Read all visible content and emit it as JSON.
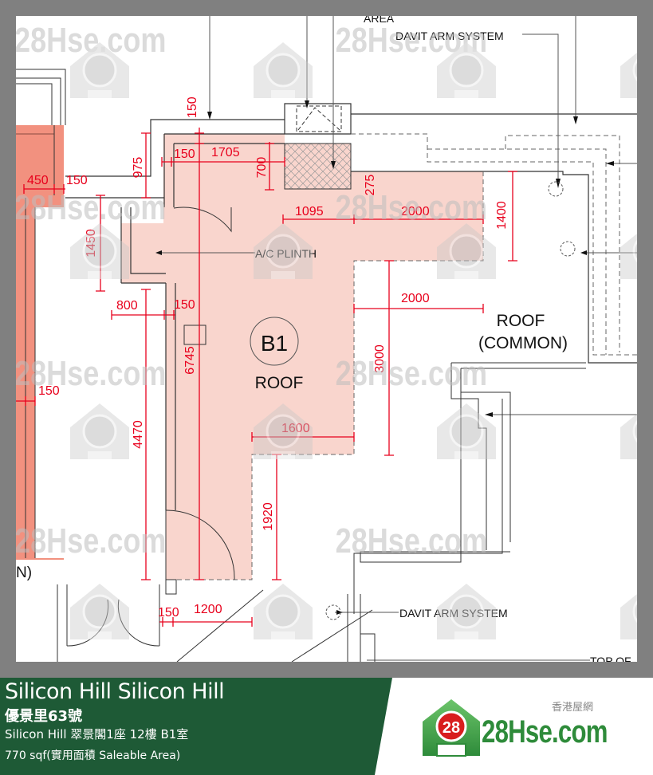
{
  "plan": {
    "unit_label": "B1",
    "unit_sublabel": "ROOF",
    "common_label_line1": "ROOF",
    "common_label_line2": "(COMMON)",
    "top_area_label": "AREA",
    "davit_top": "DAVIT ARM SYSTEM",
    "davit_bottom": "DAVIT ARM SYSTEM",
    "ac_plinth": "A/C PLINTH",
    "partial_left_label": "N)",
    "partial_bottom_right": "TOP OF",
    "dimensions": {
      "d150_top": "150",
      "d975": "975",
      "d150_a": "150",
      "d1705": "1705",
      "d700": "700",
      "d275": "275",
      "d1095": "1095",
      "d2000_top": "2000",
      "d1400": "1400",
      "d450": "450",
      "d150_b": "150",
      "d1450": "1450",
      "d800": "800",
      "d150_c": "150",
      "d6745": "6745",
      "d2000_mid": "2000",
      "d3000": "3000",
      "d150_left": "150",
      "d4470": "4470",
      "d1600": "1600",
      "d1920": "1920",
      "d150_bottom": "150",
      "d1200": "1200"
    },
    "watermark_text": "28Hse.com",
    "watermark_badge": "28",
    "colors": {
      "unit_fill": "#f9d5cd",
      "wall_fill": "#f2917f",
      "dimension": "#e8001c",
      "line": "#222222"
    }
  },
  "footer": {
    "title": "Silicon Hill Silicon Hill",
    "address": "優景里63號",
    "unit": "Silicon Hill 翠景閣1座 12樓 B1室",
    "area": "770 sqf(實用面積 Saleable Area)",
    "brand_color": "#1e5a36",
    "logo": {
      "chinese": "香港屋網",
      "text": "28Hse.com",
      "badge": "28"
    }
  }
}
